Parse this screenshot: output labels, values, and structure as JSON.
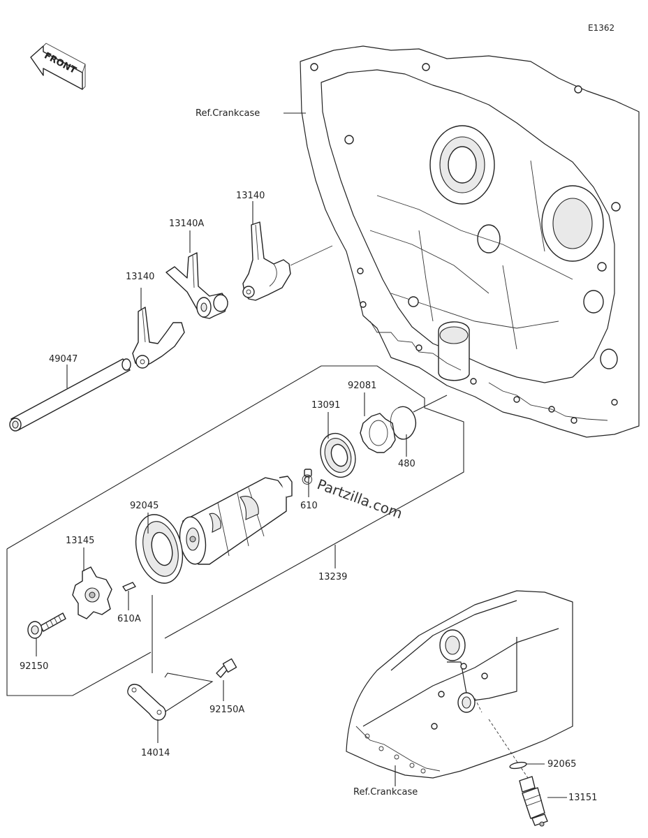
{
  "diagram_code": "E1362",
  "front_badge": "FRONT",
  "watermark": "© Partzilla.com",
  "parts": {
    "ref_crankcase_top": "Ref.Crankcase",
    "ref_crankcase_bottom": "Ref.Crankcase",
    "fork_right": "13140",
    "fork_middle": "13140A",
    "fork_left": "13140",
    "shaft": "49047",
    "ring": "92081",
    "bearing_small": "13091",
    "circlip": "480",
    "pin": "610",
    "bearing_large": "92045",
    "drum": "13239",
    "star_plate": "13145",
    "pin_a": "610A",
    "bolt": "92150",
    "bolt_a": "92150A",
    "lever": "14014",
    "washer": "92065",
    "switch": "13151"
  }
}
